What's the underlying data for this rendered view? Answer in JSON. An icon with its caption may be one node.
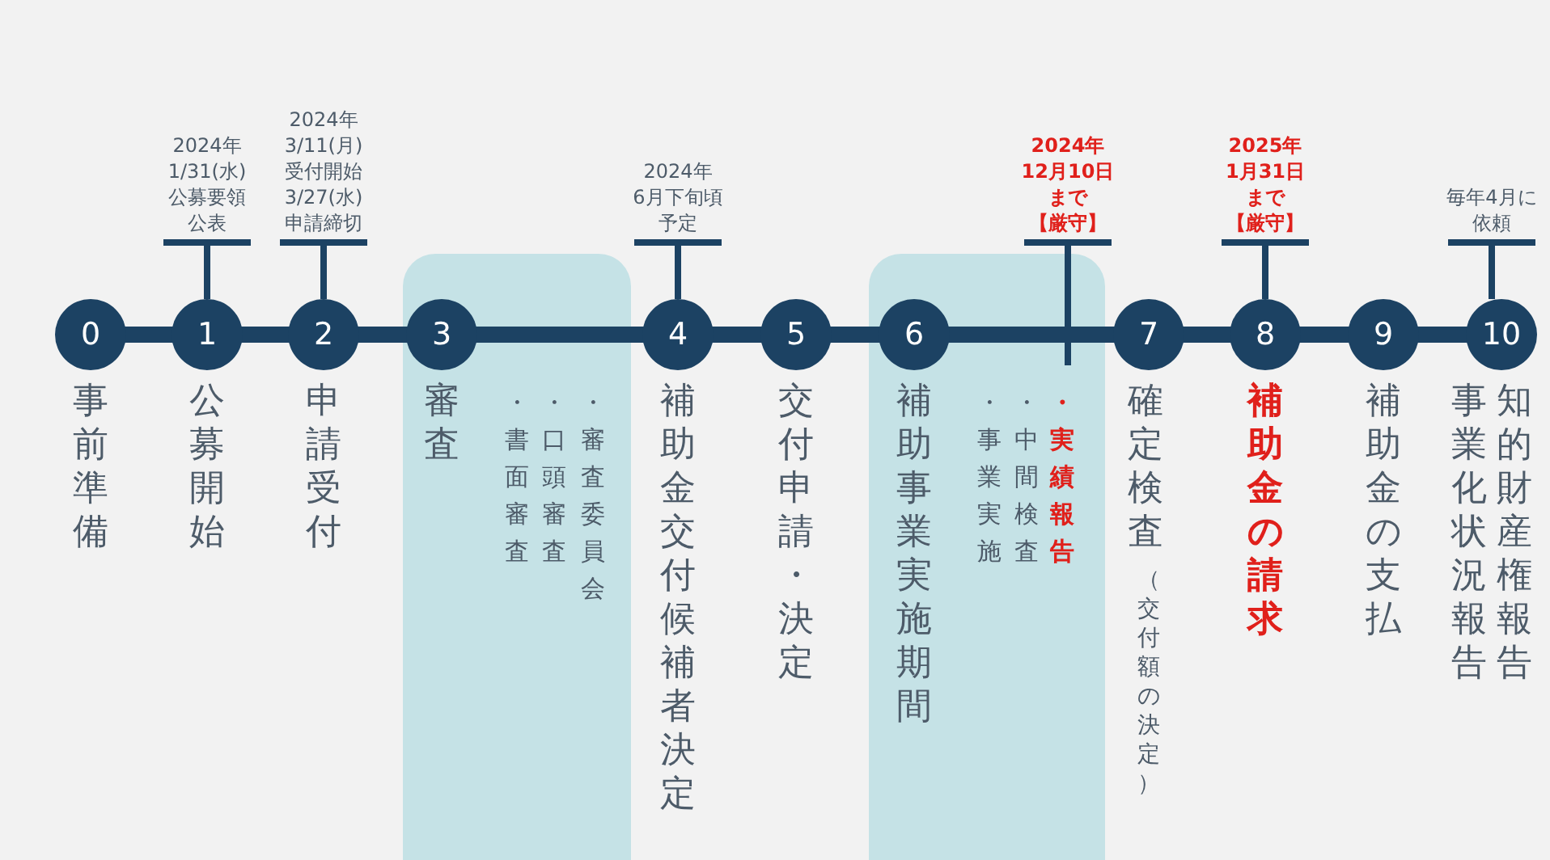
{
  "diagram": {
    "nodes": [
      {
        "text": [
          "0"
        ],
        "beside": [
          "事前準備"
        ]
      },
      {
        "text": [
          "1"
        ],
        "beside": [
          "公募開始"
        ]
      },
      {
        "text": [
          "2"
        ],
        "beside": [
          "申請受付"
        ]
      },
      {
        "text": [
          "・書面審査",
          "・口頭審査",
          "・審査委員会"
        ]
      },
      {
        "text": [
          "3"
        ],
        "beside": [
          "審査"
        ],
        "in": 3
      },
      {
        "text": [
          "4"
        ],
        "beside": [
          "補助金交付候補者決定"
        ]
      },
      {
        "text": [
          "5"
        ],
        "beside": [
          "交付申請・決定"
        ]
      },
      {
        "text": [
          "・事業実施",
          "・中間検査",
          "・実績報告"
        ]
      },
      {
        "text": [
          "6"
        ],
        "beside": [
          "補助事業実施期間"
        ],
        "in": 7
      },
      {
        "text": [
          "7"
        ],
        "beside": [
          "確定検査",
          "（交付額の決定）"
        ]
      },
      {
        "text": [
          "8"
        ],
        "beside": [
          "補助金の請求"
        ]
      },
      {
        "text": [
          "9"
        ],
        "beside": [
          "補助金の支払"
        ]
      },
      {
        "text": [
          "10"
        ],
        "beside": [
          "知的財産権報告",
          "事業化状況報告"
        ]
      }
    ],
    "edges": [
      {
        "from": 0,
        "to": 1,
        "arrow": "none"
      },
      {
        "from": 1,
        "to": 2,
        "arrow": "none"
      },
      {
        "from": 2,
        "to": 4,
        "arrow": "none"
      },
      {
        "from": 4,
        "to": 5,
        "arrow": "none"
      },
      {
        "from": 5,
        "to": 6,
        "arrow": "none"
      },
      {
        "from": 6,
        "to": 8,
        "arrow": "none"
      },
      {
        "from": 8,
        "to": 9,
        "arrow": "none"
      },
      {
        "from": 9,
        "to": 10,
        "arrow": "none"
      },
      {
        "from": 10,
        "to": 11,
        "arrow": "none"
      },
      {
        "from": 11,
        "to": 12,
        "arrow": "none"
      }
    ],
    "labels": [
      "2024年1/31(水)公募要領公表",
      "2024年3/11(月)受付開始3/27(水)申請締切",
      "2024年6月下旬頃予定",
      "2024年12月10日まで【厳守】",
      "2025年1月31日まで【厳守】",
      "毎年4月に依頼"
    ]
  }
}
